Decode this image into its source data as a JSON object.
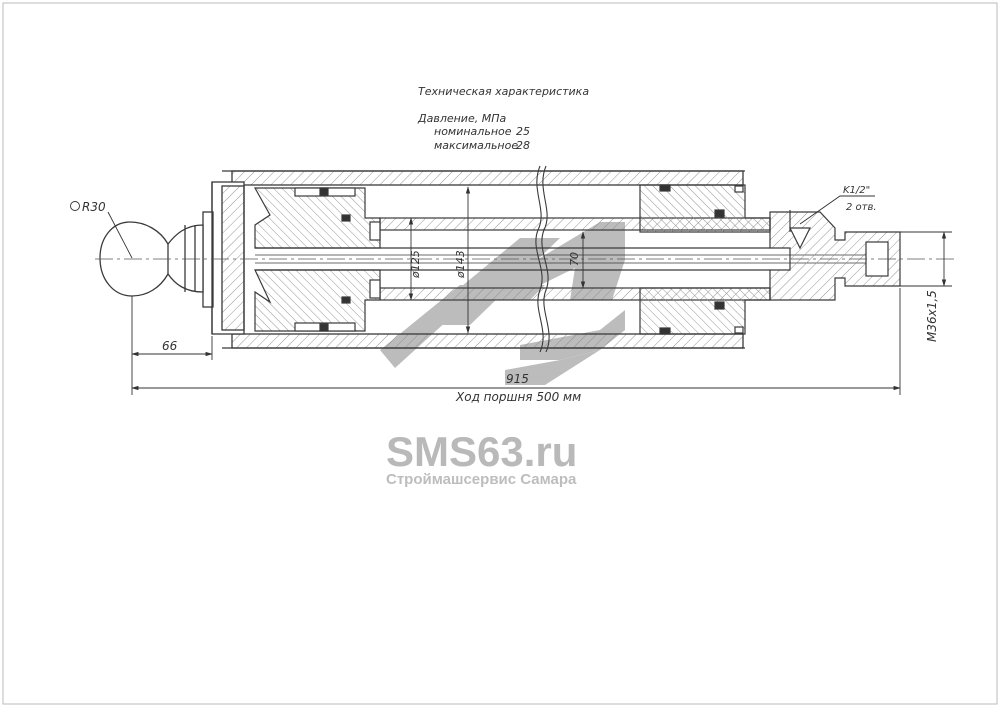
{
  "tech": {
    "heading": "Техническая характеристика",
    "pressure_label": "Давление, МПа",
    "nominal_label": "номинальное",
    "nominal_value": "25",
    "maximal_label": "максимальное",
    "maximal_value": "28"
  },
  "dims": {
    "radius": "R30",
    "eye_length": "66",
    "total_length": "915",
    "stroke": "Ход поршня 500 мм",
    "bore": "ø125",
    "outer": "ø143",
    "rod": "70",
    "thread": "M36x1,5",
    "port": "K1/2\"",
    "port_count": "2 отв."
  },
  "watermark": {
    "site": "SMS63.ru",
    "company": "Строймашсервис Самара",
    "color": "#b9b9b9"
  },
  "colors": {
    "line": "#3a3a3a",
    "hatch": "#8a8a8a",
    "frame": "#bbbbbb"
  }
}
